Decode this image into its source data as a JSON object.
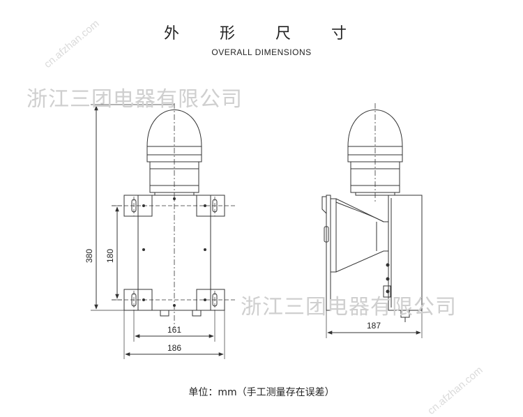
{
  "title": {
    "cn": "外形尺寸",
    "en": "OVERALL DIMENSIONS"
  },
  "watermarks": {
    "company": "浙江三团电器有限公司",
    "site": "cn.afzhan.com"
  },
  "dimensions": {
    "front_height_total": "380",
    "front_height_mount": "180",
    "front_width_mount": "161",
    "front_width_total": "186",
    "side_width": "187"
  },
  "footer": {
    "note": "单位：mm（手工测量存在误差）"
  }
}
